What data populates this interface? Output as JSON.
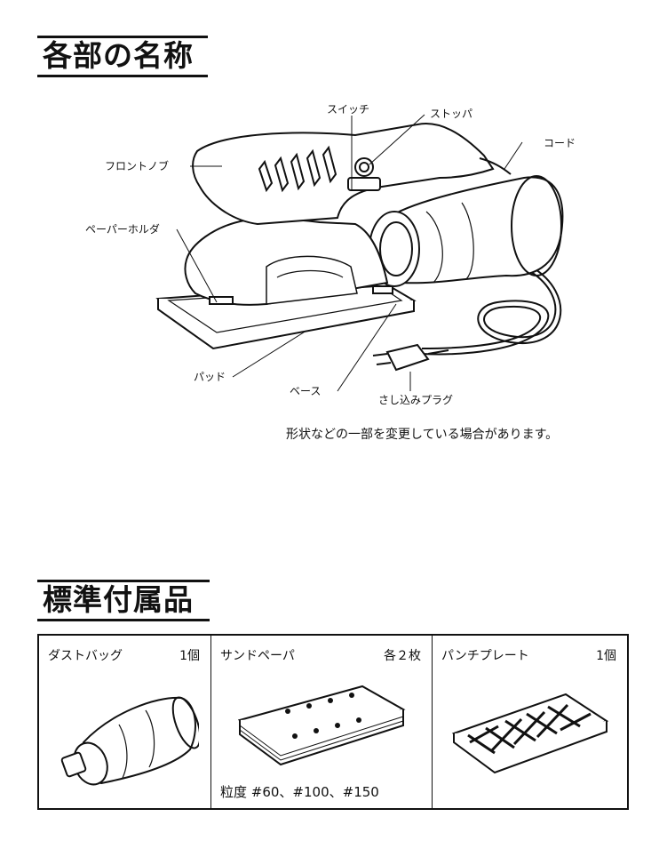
{
  "sections": {
    "parts_title": "各部の名称",
    "accessories_title": "標準付属品"
  },
  "labels": {
    "switch": "スイッチ",
    "stopper": "ストッパ",
    "cord": "コード",
    "front_knob": "フロントノブ",
    "paper_holder": "ペーパーホルダ",
    "pad": "パッド",
    "base": "ベース",
    "plug": "さし込みプラグ"
  },
  "note": "形状などの一部を変更している場合があります。",
  "accessories": [
    {
      "name": "ダストバッグ",
      "qty": "1個"
    },
    {
      "name": "サンドペーパ",
      "qty": "各２枚",
      "grit": "粒度 #60、#100、#150"
    },
    {
      "name": "パンチプレート",
      "qty": "1個"
    }
  ]
}
